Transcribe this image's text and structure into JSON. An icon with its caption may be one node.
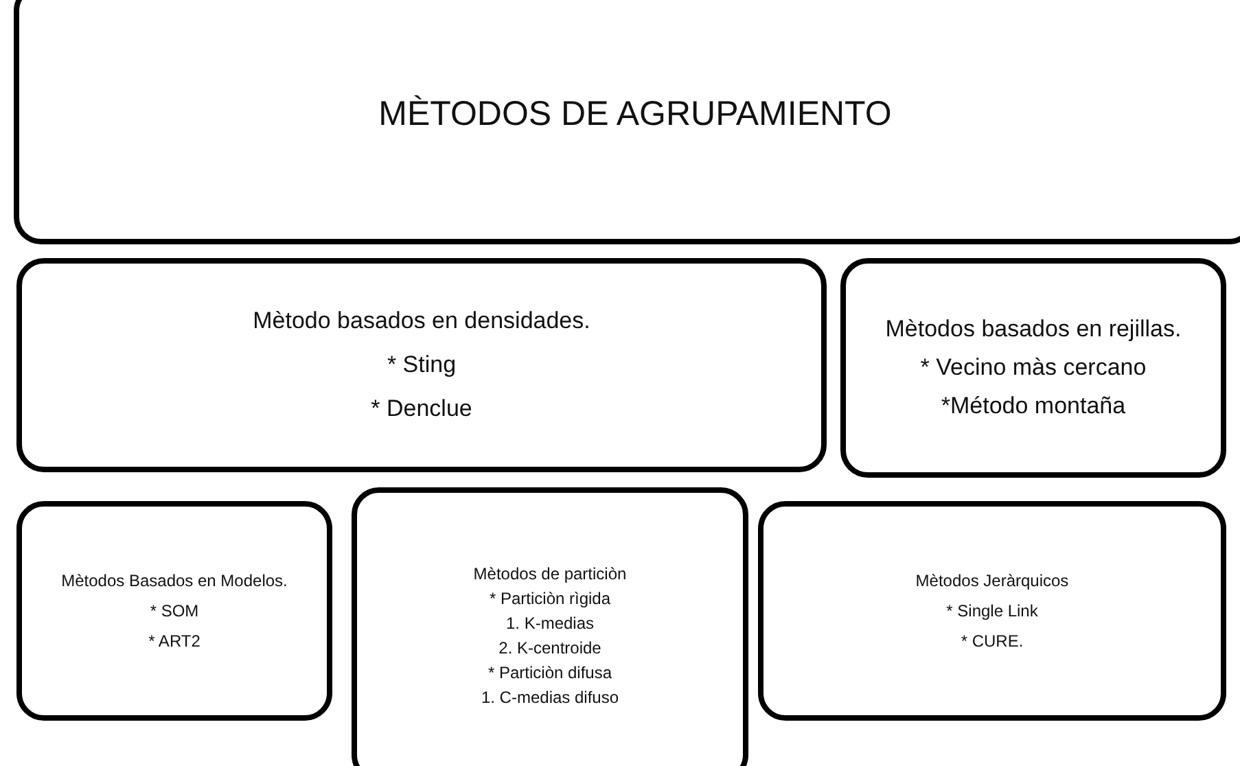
{
  "diagram": {
    "nodes": [
      {
        "text": [
          "MÈTODOS DE AGRUPAMIENTO"
        ]
      },
      {
        "text": [
          "Mètodo basados en densidades.",
          "* Sting",
          "* Denclue"
        ]
      },
      {
        "text": [
          "Mètodos basados en rejillas.",
          "* Vecino màs cercano",
          "*Método montaña"
        ]
      },
      {
        "text": [
          "Mètodos Basados en Modelos.",
          "* SOM",
          "* ART2"
        ]
      },
      {
        "text": [
          "Mètodos de particiòn",
          "* Particiòn rìgida",
          "1. K-medias",
          "2. K-centroide",
          "* Particiòn difusa",
          "1. C-medias difuso"
        ]
      },
      {
        "text": [
          "Mètodos Jeràrquicos",
          "* Single Link",
          "* CURE."
        ]
      }
    ]
  }
}
